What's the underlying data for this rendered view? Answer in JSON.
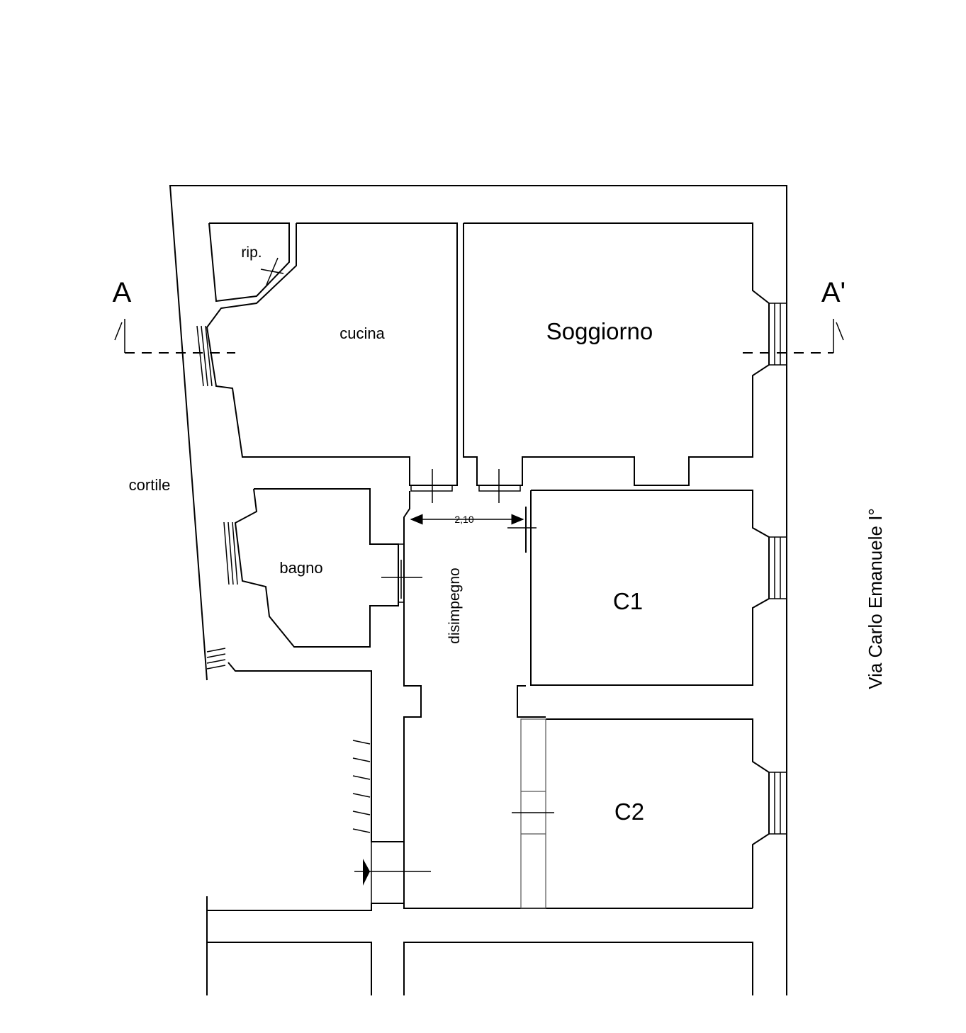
{
  "plan": {
    "section_marks": {
      "left": "A",
      "right": "A'"
    },
    "rooms": {
      "rip": "rip.",
      "cucina": "cucina",
      "soggiorno": "Soggiorno",
      "cortile": "cortile",
      "bagno": "bagno",
      "disimpegno": "disimpegno",
      "c1": "C1",
      "c2": "C2"
    },
    "dimension": "2,10",
    "street": "Via  Carlo  Emanuele  I°"
  }
}
